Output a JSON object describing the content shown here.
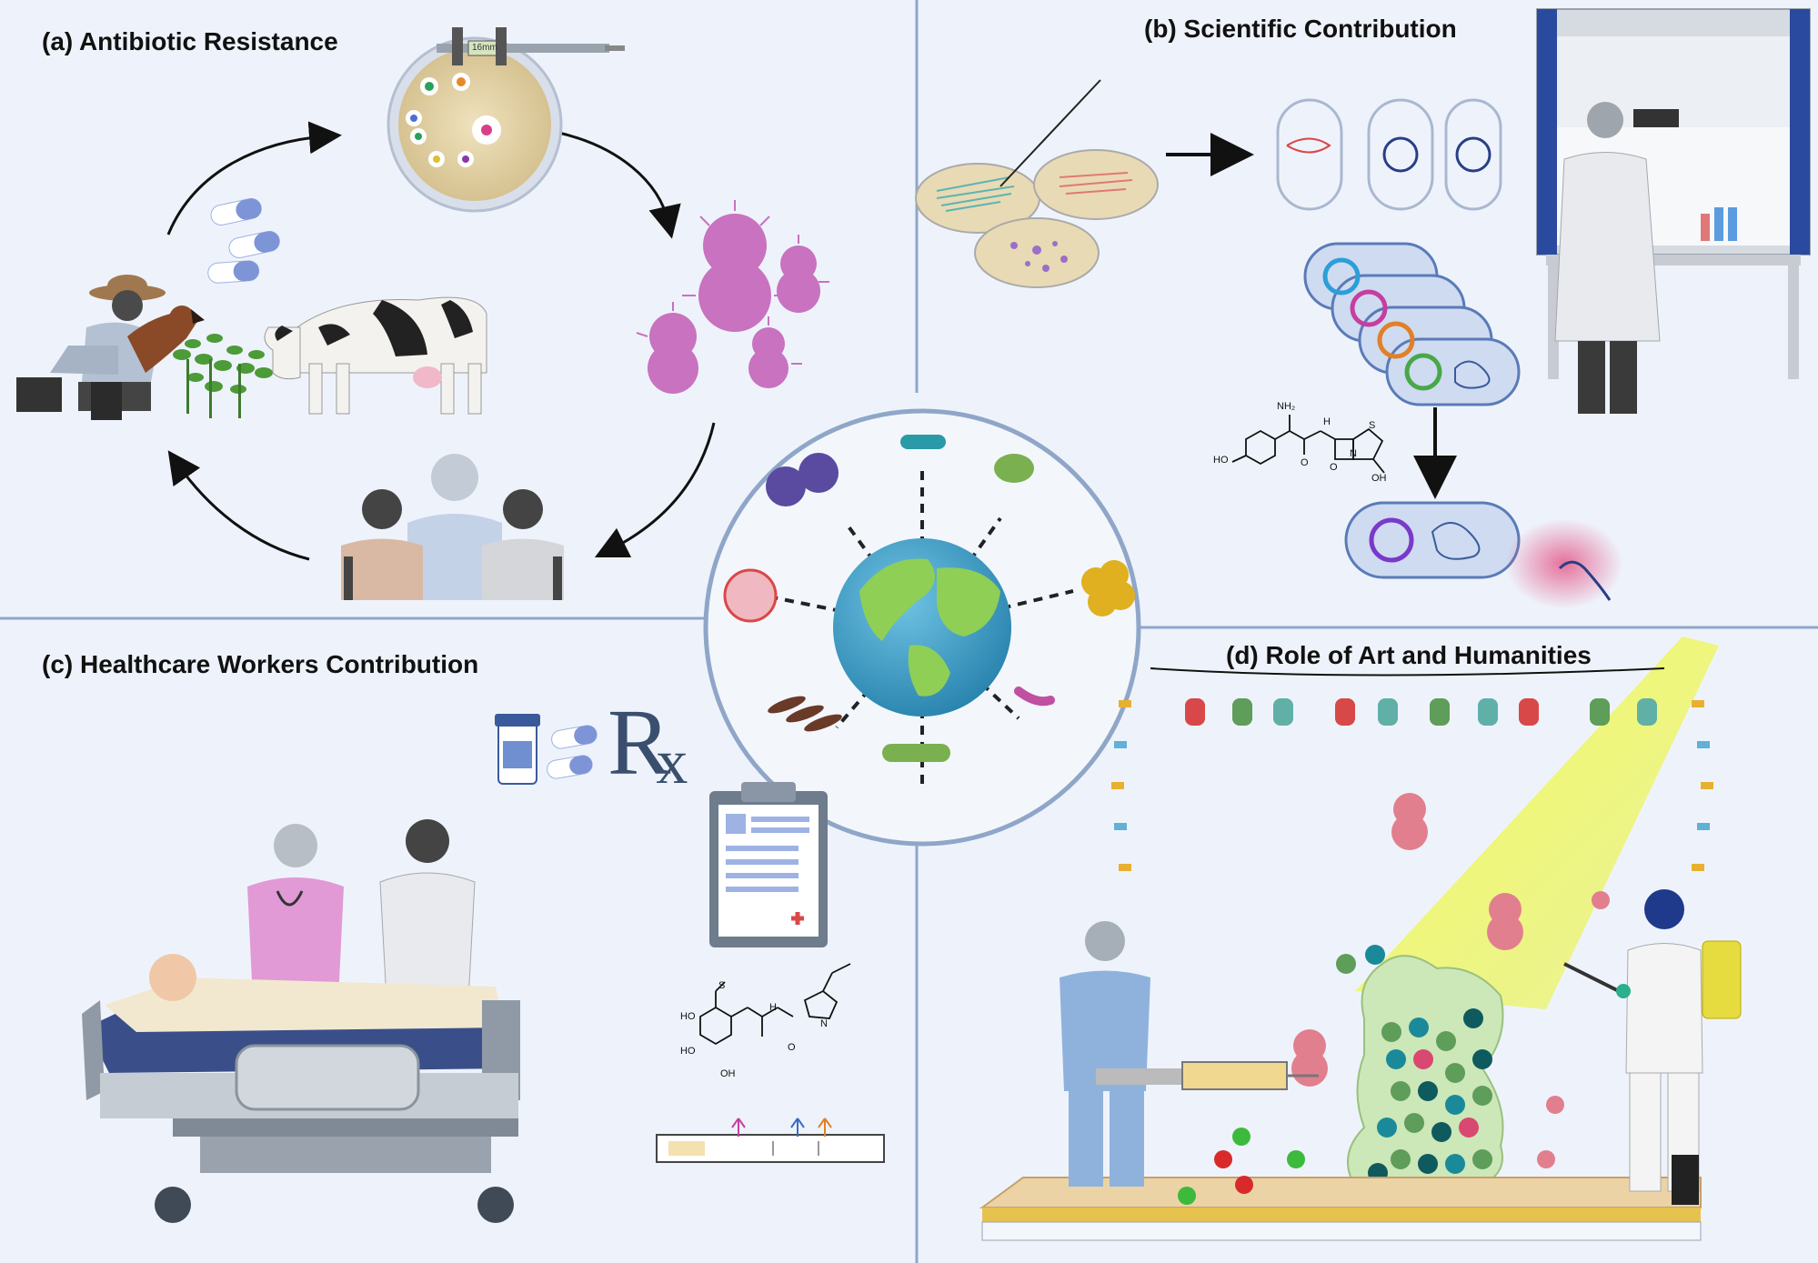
{
  "panels": {
    "a": {
      "title": "(a) Antibiotic Resistance"
    },
    "b": {
      "title": "(b) Scientific Contribution"
    },
    "c": {
      "title": "(c) Healthcare Workers Contribution"
    },
    "d": {
      "title": "(d) Role of Art and Humanities"
    }
  },
  "labels": {
    "caliper": "16mm",
    "rx": "R",
    "rx_sub": "x",
    "amoxicillin": {
      "nh2": "NH₂",
      "ho": "HO",
      "h": "H",
      "s": "S",
      "o1": "O",
      "o2": "O",
      "oh": "OH",
      "n": "N"
    },
    "lincomycin": {
      "s": "S",
      "ho1": "HO",
      "ho2": "HO",
      "oh": "OH",
      "h": "H",
      "n": "N",
      "o": "O"
    }
  },
  "colors": {
    "background": "#eef3fb",
    "divider": "#8fa6c8",
    "bacteria_pink": "#c872c0",
    "pill_blue": "#7d95d6",
    "sheep_red": "#d94848",
    "teal": "#1a8a9a",
    "green": "#5e9d5a",
    "globe_ocean": "#3a9fc8",
    "globe_land": "#8fcf56",
    "scrubs_pink": "#e19ad6",
    "scrubs_blue": "#8fb2dd",
    "spotlight": "#e9f232"
  }
}
